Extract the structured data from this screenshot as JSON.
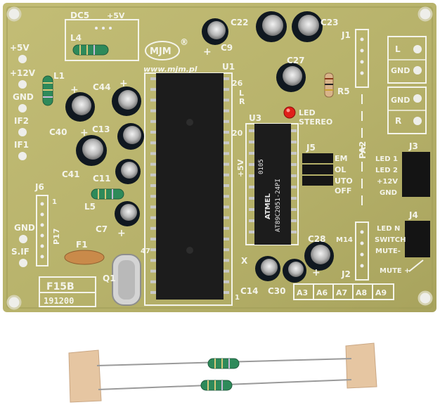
{
  "colors": {
    "pcb": "#b7b26b",
    "pcb_dark": "#9e9a55",
    "silkscreen": "#f4f4ea",
    "chip": "#1c1c1c",
    "cap_body": "#101820",
    "led": "#e0201a",
    "inductor": "#2e8a5a",
    "resistor": "#d9b48a",
    "tape": "#e6c6a2",
    "background": "#ffffff"
  },
  "board": {
    "model": "F15B",
    "date_code": "191200",
    "brand": "MJM",
    "brand_mark": "®",
    "website": "www.mjm.pl",
    "power_rail": "+5V"
  },
  "left_pads": [
    "+5V",
    "+12V",
    "GND",
    "IF2",
    "IF1"
  ],
  "left_bottom_pads": [
    "GND",
    "S.IF"
  ],
  "capacitors": [
    "C9",
    "C22",
    "C23",
    "C27",
    "C44",
    "C40",
    "C13",
    "C41",
    "C11",
    "C7",
    "C14",
    "C30",
    "C28"
  ],
  "inductors": [
    "L1",
    "L4",
    "L5"
  ],
  "resistor": "R5",
  "fuse": "F1",
  "crystal": "Q1",
  "crystal_value": "47",
  "ics": {
    "u1": {
      "label": "U1",
      "pin_label": "26",
      "pin_label_2": "20",
      "side_l": "L",
      "side_r": "R"
    },
    "u3": {
      "label": "U3",
      "brand": "ATMEL",
      "part": "AT89C2051-24PI",
      "code": "0105"
    }
  },
  "connectors": {
    "dc5": "DC5",
    "dc5_label": "+5V",
    "j1": "J1",
    "j2": "J2",
    "j3": "J3",
    "j4": "J4",
    "j5": "J5",
    "j6": "J6",
    "p17": "P17",
    "pa2": "PA2",
    "m14": "M14"
  },
  "led": {
    "name": "LED",
    "label": "STEREO"
  },
  "j5_options": [
    "EM",
    "OL",
    "UTO",
    "OFF"
  ],
  "right_pads": [
    "L",
    "GND",
    "GND",
    "R"
  ],
  "j3_labels": [
    "LED 1",
    "LED 2",
    "+12V",
    "GND"
  ],
  "j4_labels": [
    "LED N",
    "SWITCH",
    "MUTE-"
  ],
  "mute_label": "MUTE +",
  "bottom_pads": [
    "A3",
    "A6",
    "A7",
    "A8",
    "A9"
  ],
  "plus": "+",
  "minus": "-",
  "one": "1",
  "cross": "X"
}
